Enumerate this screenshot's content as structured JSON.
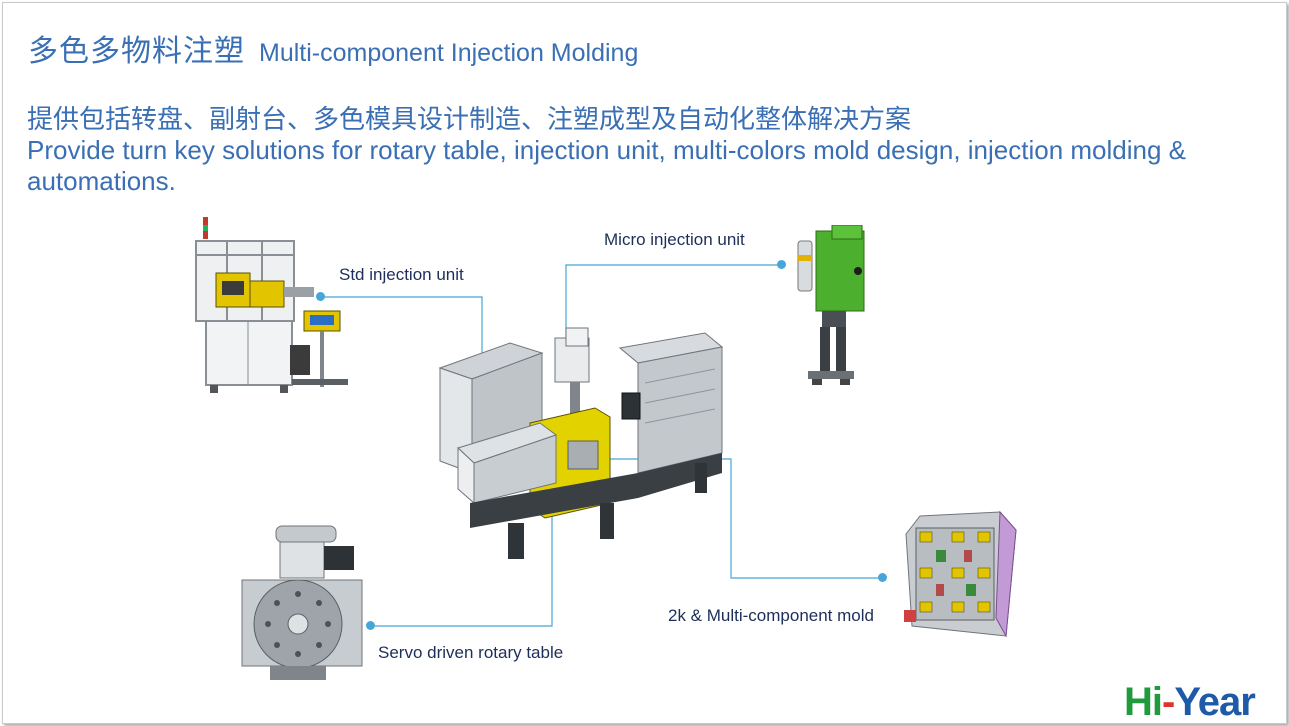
{
  "title": {
    "cn": "多色多物料注塑",
    "en": "Multi-component Injection Molding"
  },
  "subtitle": {
    "cn": "提供包括转盘、副射台、多色模具设计制造、注塑成型及自动化整体解决方案",
    "en": "Provide turn key solutions for rotary table, injection unit, multi-colors mold design, injection molding & automations."
  },
  "callouts": {
    "std": "Std injection unit",
    "micro": "Micro injection unit",
    "rotary": "Servo driven rotary table",
    "mold": "2k & Multi-component mold"
  },
  "logo": {
    "hi": "Hi",
    "dash": "-",
    "year": "Year"
  },
  "colors": {
    "title": "#3a6fb4",
    "callout_text": "#1d2e59",
    "leader": "#47a6d6",
    "logo_green": "#1f9a3c",
    "logo_red": "#e0332d",
    "logo_blue": "#1f5aa8",
    "machine_yellow": "#e6d400",
    "unit_green": "#4caf2e"
  }
}
